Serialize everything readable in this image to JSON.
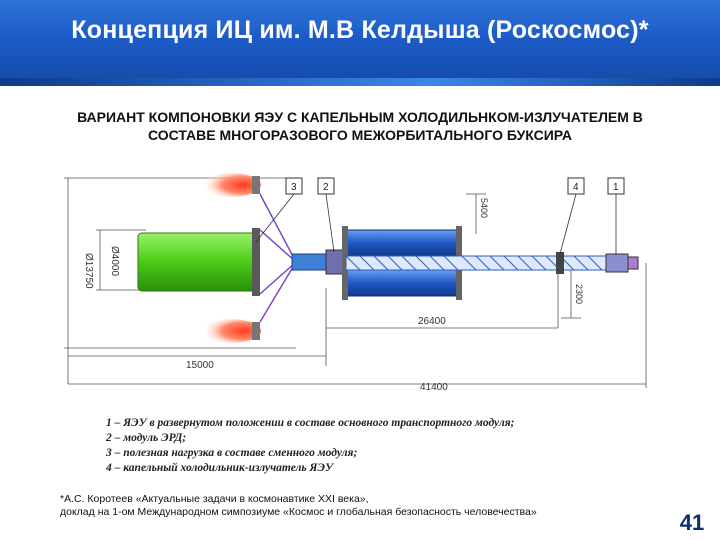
{
  "slide": {
    "title": "Концепция ИЦ им. М.В Келдыша (Роскосмос)*",
    "subtitle_line1": "ВАРИАНТ КОМПОНОВКИ ЯЭУ С КАПЕЛЬНЫМ ХОЛОДИЛЬНКОМ-ИЗЛУЧАТЕЛЕМ В",
    "subtitle_line2": "СОСТАВЕ МНОГОРАЗОВОГО МЕЖОРБИТАЛЬНОГО БУКСИРА",
    "page_number": "41"
  },
  "diagram": {
    "callouts": [
      "3",
      "2",
      "4",
      "1"
    ],
    "dimensions": {
      "height_left": "Ø13750",
      "diameter": "Ø4000",
      "top_right": "5400",
      "right_small": "2300",
      "span_mid": "26400",
      "span_left": "15000",
      "span_total": "41400"
    },
    "legend": [
      "1 – ЯЭУ в развернутом положении в составе основного транспортного модуля;",
      "2 – модуль ЭРД;",
      "3 – полезная нагрузка в составе сменного модуля;",
      "4 – капельный холодильник-излучатель ЯЭУ"
    ],
    "colors": {
      "payload": "#4fd11c",
      "radiator": "#1f57c4",
      "truss": "#3b6fd0",
      "thruster_glow": "#ff6a3d"
    }
  },
  "footnote": {
    "line1": "*А.С. Коротеев «Актуальные задачи в космонавтике XXI века»,",
    "line2": "доклад на 1-ом Международном симпозиуме «Космос и глобальная безопасность человечества»"
  }
}
